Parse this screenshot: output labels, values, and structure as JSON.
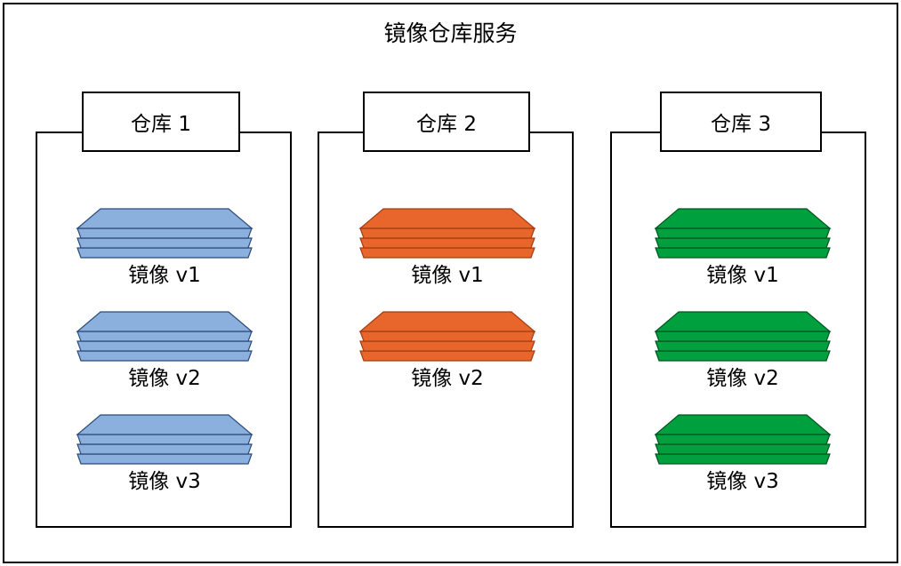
{
  "diagram": {
    "title": "镜像仓库服务",
    "type": "container-hierarchy",
    "colors": {
      "frame_stroke": "#000000",
      "background": "#ffffff",
      "repo1_fill": "#8CB0DE",
      "repo1_stroke": "#2E4E7E",
      "repo2_fill": "#E8652B",
      "repo2_stroke": "#9E3B12",
      "repo3_fill": "#00A03E",
      "repo3_stroke": "#005720"
    }
  },
  "repositories": [
    {
      "header": "仓库 1",
      "fill": "#8CB0DE",
      "stroke": "#2B4A78",
      "layers": 4,
      "images": [
        {
          "label": "镜像 v1"
        },
        {
          "label": "镜像 v2"
        },
        {
          "label": "镜像 v3"
        }
      ]
    },
    {
      "header": "仓库 2",
      "fill": "#E8652B",
      "stroke": "#A33D12",
      "layers": 4,
      "images": [
        {
          "label": "镜像 v1"
        },
        {
          "label": "镜像 v2"
        }
      ]
    },
    {
      "header": "仓库 3",
      "fill": "#00A03E",
      "stroke": "#005420",
      "layers": 4,
      "images": [
        {
          "label": "镜像 v1"
        },
        {
          "label": "镜像 v2"
        },
        {
          "label": "镜像 v3"
        }
      ]
    }
  ]
}
